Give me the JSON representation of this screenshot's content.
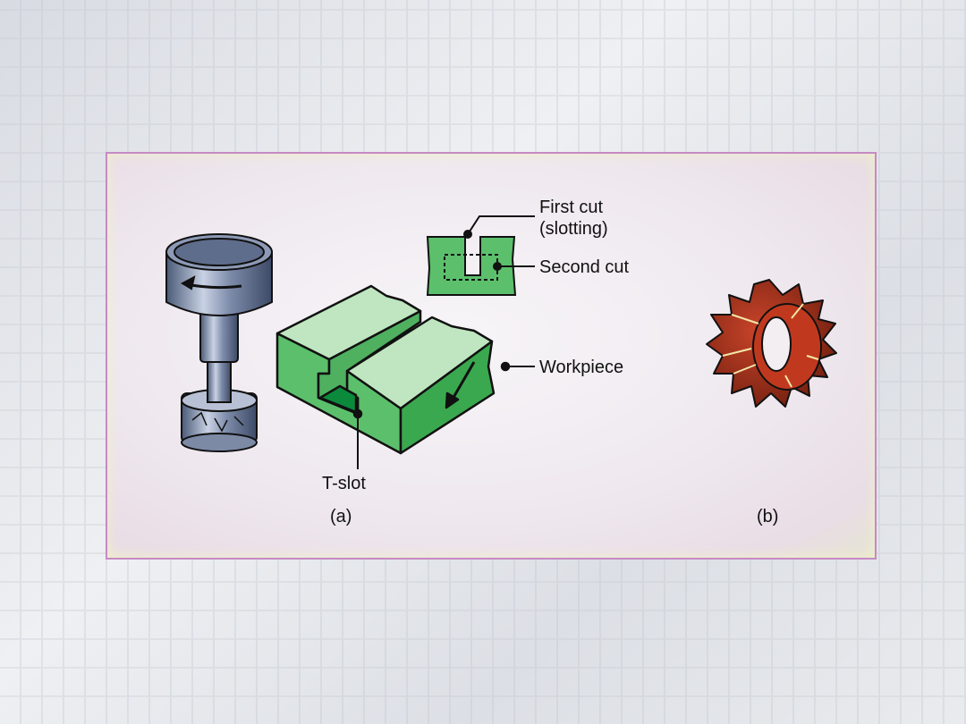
{
  "labels": {
    "first_cut": "First cut",
    "slotting": "(slotting)",
    "second_cut": "Second cut",
    "workpiece": "Workpiece",
    "t_slot": "T-slot",
    "caption_a": "(a)",
    "caption_b": "(b)"
  },
  "colors": {
    "green_light": "#bfe6c0",
    "green_mid": "#5cbf6c",
    "green_dark": "#0b8a3c",
    "cutter_red": "#8e2a16",
    "border": "#c68ac4"
  }
}
